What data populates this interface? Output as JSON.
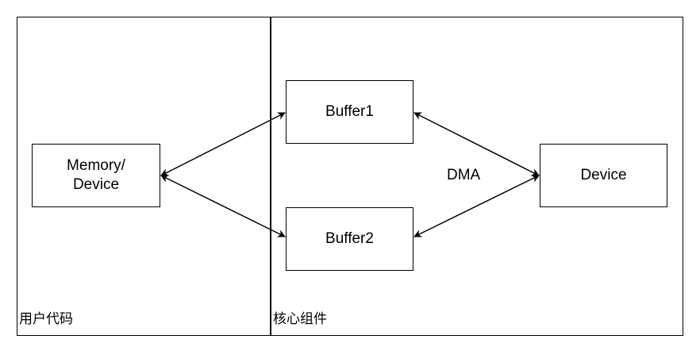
{
  "regions": {
    "user_code": "用户代码",
    "core_component": "核心组件"
  },
  "nodes": {
    "memory_line1": "Memory/",
    "memory_line2": "Device",
    "buffer1": "Buffer1",
    "buffer2": "Buffer2",
    "device": "Device"
  },
  "edges": {
    "dma_label": "DMA"
  }
}
